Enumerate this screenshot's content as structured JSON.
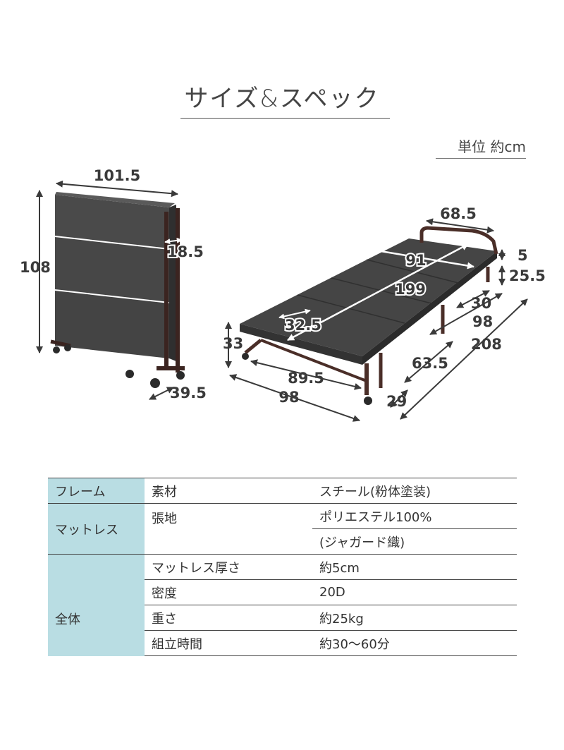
{
  "heading": {
    "title": "サイズ&スペック",
    "unit": "単位 約cm"
  },
  "colors": {
    "category_bg": "#b9dde3",
    "mattress": "#454545",
    "frame": "#4a2e28",
    "dim_text": "#3a3a3a"
  },
  "folded": {
    "width": "101.5",
    "height": "108",
    "thickness": "18.5",
    "depth": "39.5"
  },
  "opened": {
    "headboard_width": "68.5",
    "mattress_width": "91",
    "length": "199",
    "mattress_thick": "5",
    "head_height": "25.5",
    "head_depth": "30",
    "width": "98",
    "total_length": "208",
    "leg_span": "63.5",
    "end_gap": "29",
    "height": "33",
    "panel": "32.5",
    "side_span": "89.5",
    "side_width": "98"
  },
  "spec": {
    "cat_frame": "フレーム",
    "cat_mattress": "マットレス",
    "cat_overall": "全体",
    "material_label": "素材",
    "material_value": "スチール(粉体塗装)",
    "fabric_label": "張地",
    "fabric_value_1": "ポリエステル100%",
    "fabric_value_2": "(ジャガード織)",
    "thickness_label": "マットレス厚さ",
    "thickness_value": "約5cm",
    "density_label": "密度",
    "density_value": "20D",
    "weight_label": "重さ",
    "weight_value": "約25kg",
    "assembly_label": "組立時間",
    "assembly_value": "約30〜60分"
  }
}
